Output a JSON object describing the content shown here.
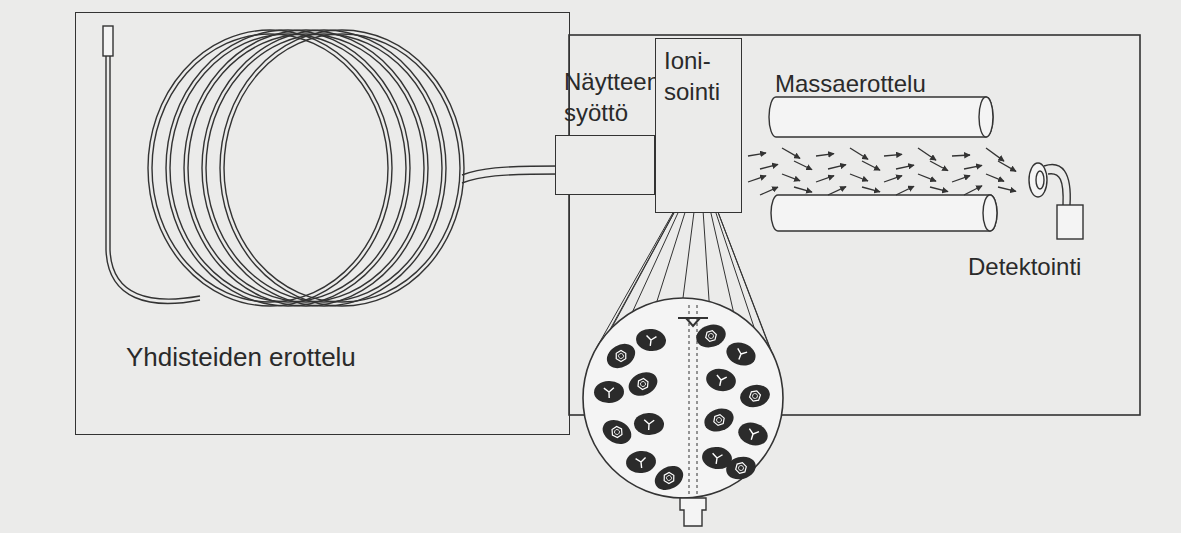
{
  "diagram": {
    "nodes": [
      {
        "text": [
          "Yhdisteiden erottelu"
        ]
      },
      {
        "text": [
          "Näytteen syöttö"
        ]
      },
      {
        "text": [
          "Ioni- sointi"
        ]
      }
    ],
    "labels": [
      "Massaerottelu",
      "Detektointi"
    ]
  }
}
